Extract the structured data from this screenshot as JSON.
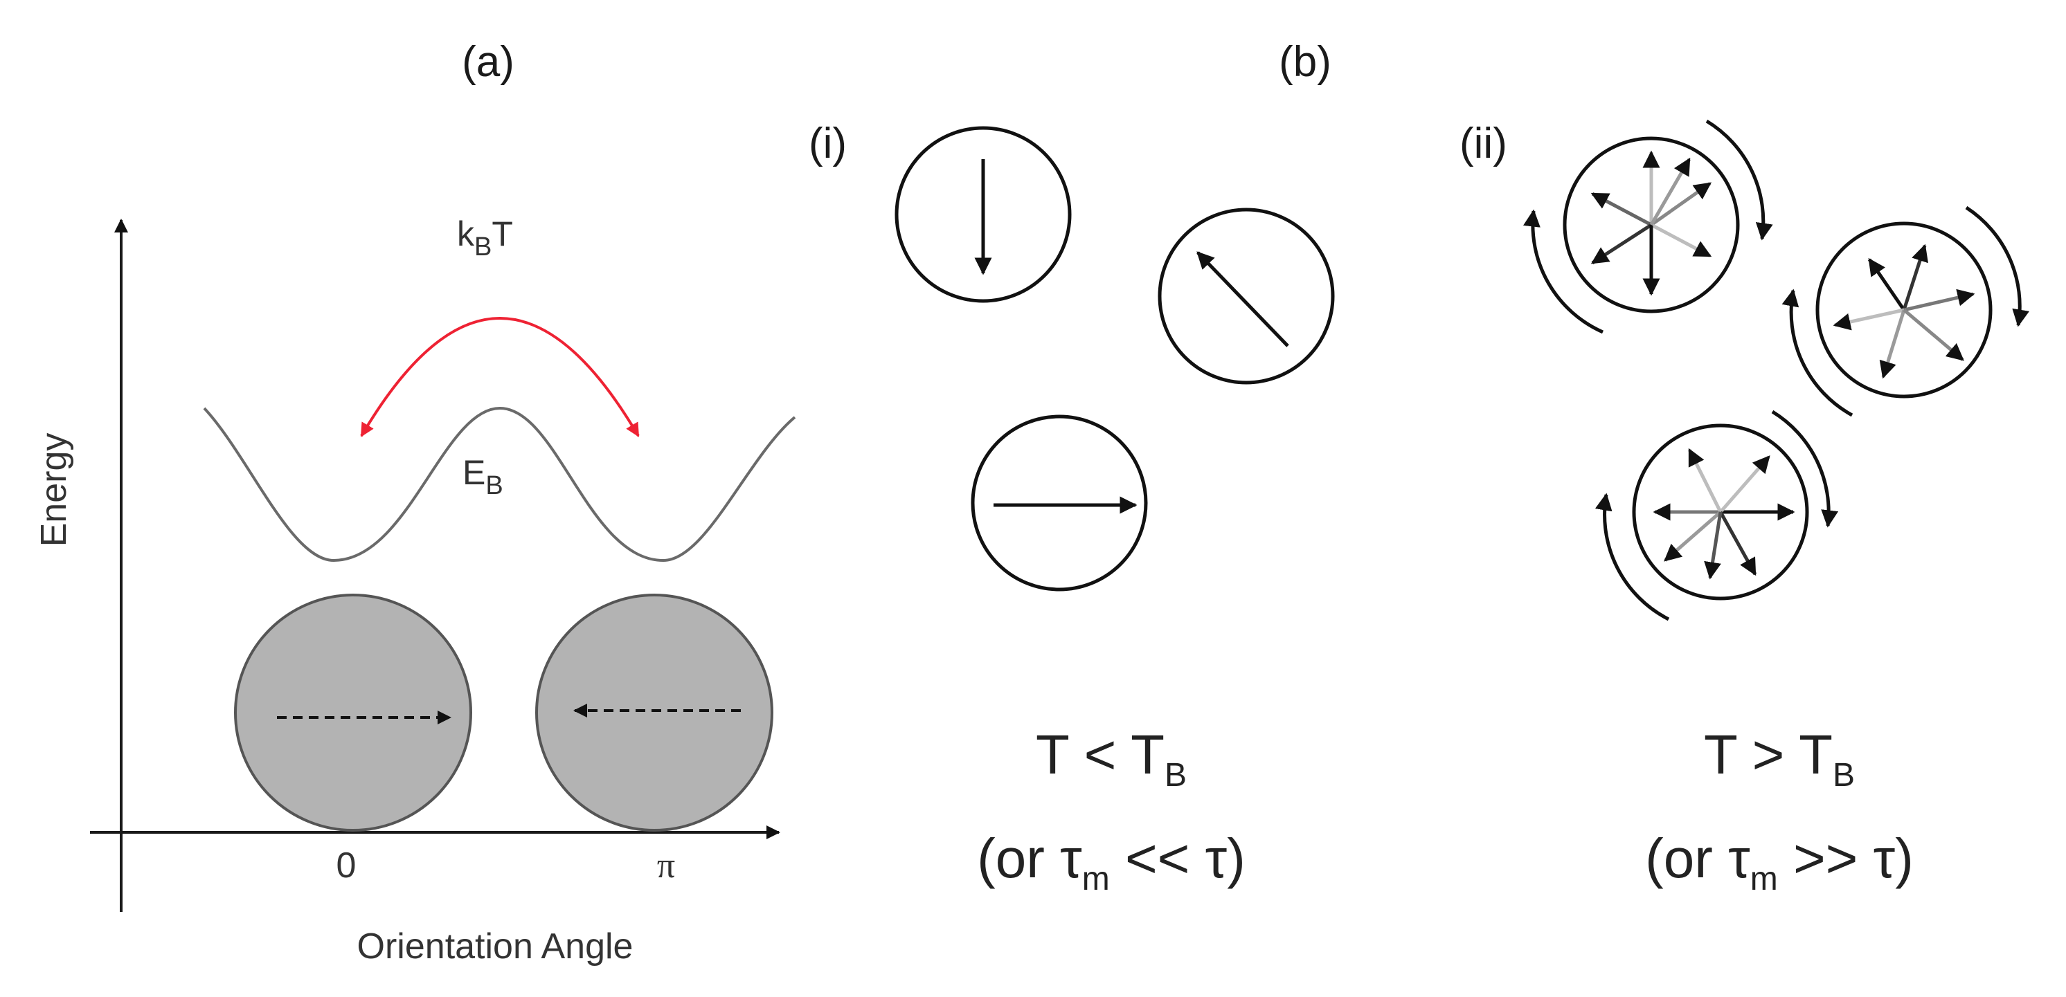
{
  "panel_a": {
    "label": "(a)",
    "y_axis_label": "Energy",
    "x_axis_label": "Orientation Angle",
    "x_ticks": [
      "0",
      "π"
    ],
    "thermal_energy": {
      "main": "k",
      "sub": "B",
      "tail": "T"
    },
    "barrier": {
      "main": "E",
      "sub": "B"
    }
  },
  "panel_b": {
    "label": "(b)",
    "left": {
      "label": "(i)",
      "condition": {
        "main": "T < T",
        "sub": "B"
      },
      "relation": {
        "pre": "(or τ",
        "sub": "m",
        "post": " << τ)"
      }
    },
    "right": {
      "label": "(ii)",
      "condition": {
        "main": "T > T",
        "sub": "B"
      },
      "relation": {
        "pre": "(or τ",
        "sub": "m",
        "post": " >> τ)"
      }
    }
  },
  "colors": {
    "particle_fill": "#b3b3b3",
    "thermal_arrow": "#ee2233",
    "energy_curve": "#6a6a6a",
    "axis": "#1a1a1a"
  }
}
